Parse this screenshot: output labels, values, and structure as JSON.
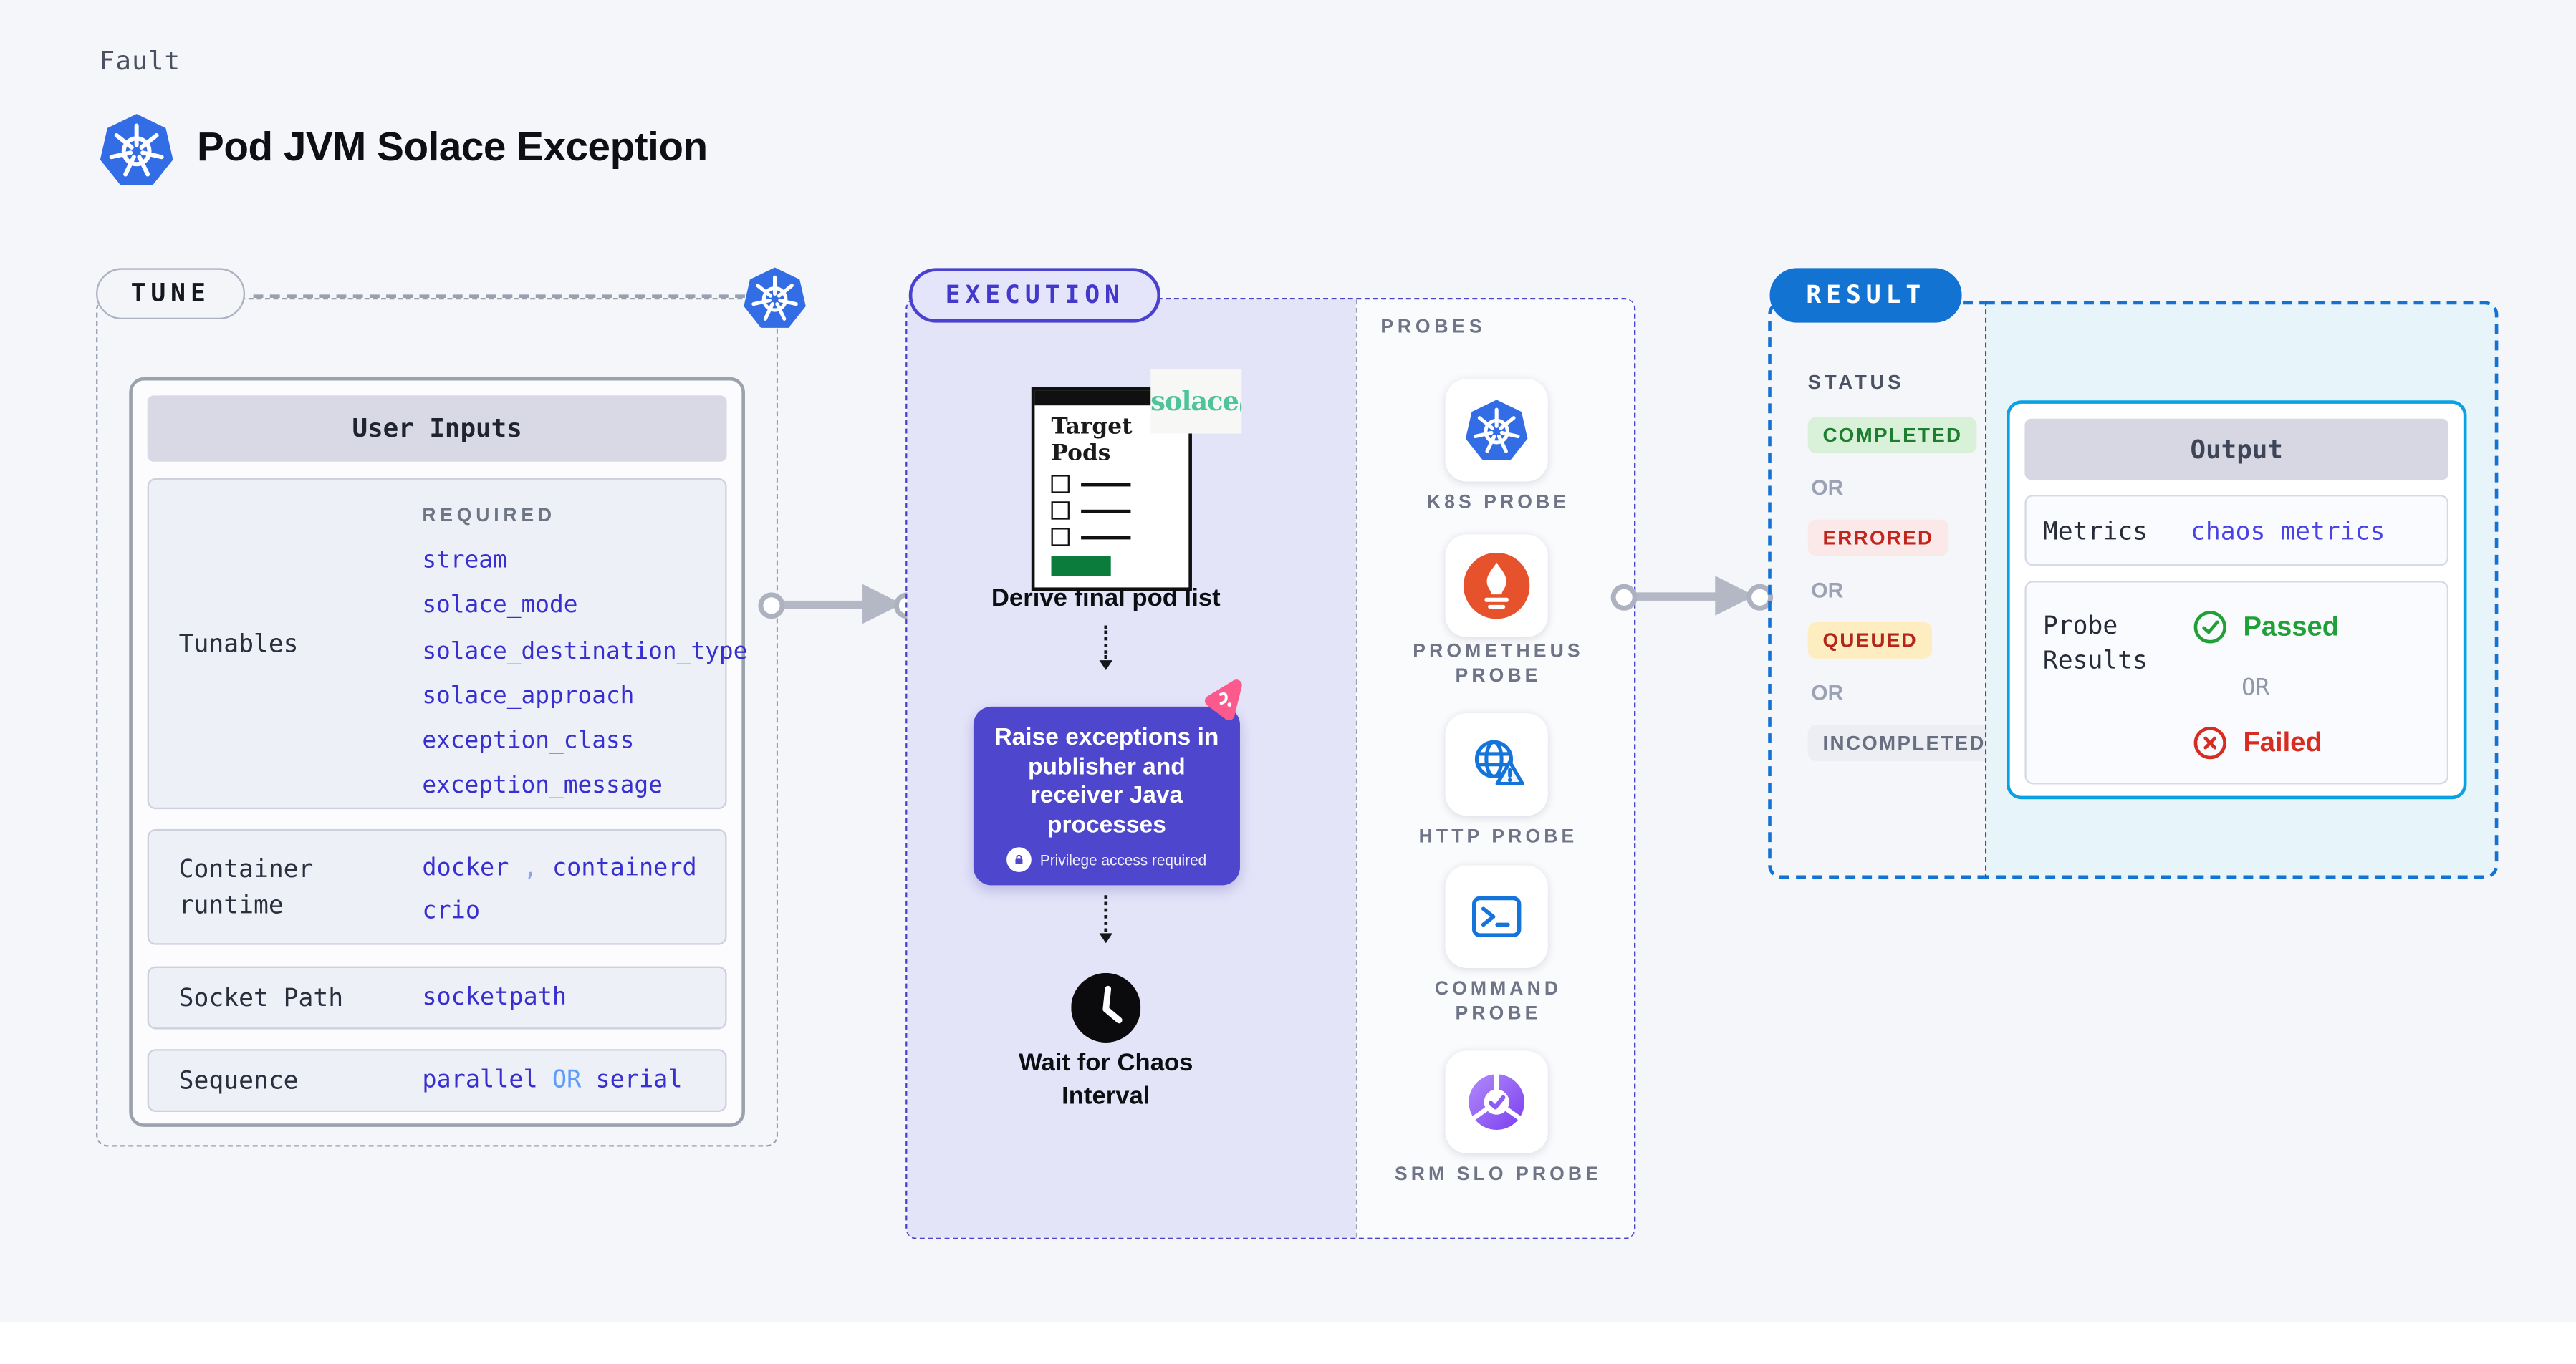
{
  "page": {
    "kicker": "Fault",
    "title": "Pod JVM Solace Exception"
  },
  "tune": {
    "badge": "TUNE",
    "user_inputs": {
      "header": "User Inputs",
      "rows": {
        "tunables": {
          "label": "Tunables",
          "required": "REQUIRED",
          "values": [
            "stream",
            "solace_mode",
            "solace_destination_type",
            "solace_approach",
            "exception_class",
            "exception_message"
          ]
        },
        "runtime": {
          "label": "Container runtime",
          "value_1": "docker",
          "separator": ",",
          "value_2": "containerd",
          "value_3": "crio"
        },
        "socket": {
          "label": "Socket Path",
          "value": "socketpath"
        },
        "sequence": {
          "label": "Sequence",
          "value_1": "parallel",
          "or": "OR",
          "value_2": "serial"
        }
      }
    }
  },
  "execution": {
    "badge": "EXECUTION",
    "pod_list_card": {
      "title": "Target Pods"
    },
    "solace_logo_text": "solace",
    "derive_step": "Derive final pod list",
    "chaos_action": {
      "text": "Raise exceptions in publisher and receiver Java processes",
      "privilege_note": "Privilege access required"
    },
    "wait_step": "Wait for Chaos Interval"
  },
  "probes": {
    "heading": "PROBES",
    "items": [
      {
        "label": "K8S PROBE",
        "icon": "kubernetes-icon"
      },
      {
        "label": "PROMETHEUS PROBE",
        "icon": "prometheus-icon"
      },
      {
        "label": "HTTP PROBE",
        "icon": "globe-alert-icon"
      },
      {
        "label": "COMMAND PROBE",
        "icon": "terminal-icon"
      },
      {
        "label": "SRM SLO PROBE",
        "icon": "slo-gauge-icon"
      }
    ]
  },
  "result": {
    "badge": "RESULT",
    "status": {
      "heading": "STATUS",
      "or": "OR",
      "badges": [
        {
          "label": "COMPLETED",
          "fg": "#1c7e2e",
          "bg": "#d9f1d9"
        },
        {
          "label": "ERRORED",
          "fg": "#c3251c",
          "bg": "#fbe9e9"
        },
        {
          "label": "QUEUED",
          "fg": "#b3261e",
          "bg": "#fdedc0"
        },
        {
          "label": "INCOMPLETED",
          "fg": "#686f80",
          "bg": "#eceef4"
        }
      ]
    },
    "output": {
      "header": "Output",
      "metrics_label": "Metrics",
      "metrics_value": "chaos metrics",
      "probe_results_label": "Probe Results",
      "passed": "Passed",
      "or": "OR",
      "failed": "Failed"
    }
  },
  "colors": {
    "page_bg": "#f5f6fa",
    "accent_indigo": "#4a42cf",
    "lavender_fill": "#e4e4f9",
    "accent_blue": "#1273d3",
    "cyan_border": "#0aa1e2",
    "cyan_fill": "#e7f5fb",
    "value_blue": "#372fd0",
    "or_light_blue": "#5d9cf8",
    "passed_green": "#22a038",
    "failed_red": "#d92c20",
    "litmus_pink": "#fb5b8c",
    "solace_green": "#4fc39c",
    "kubernetes_blue": "#326de6",
    "prometheus_orange": "#e6522c",
    "action_purple": "#4e46cd"
  }
}
